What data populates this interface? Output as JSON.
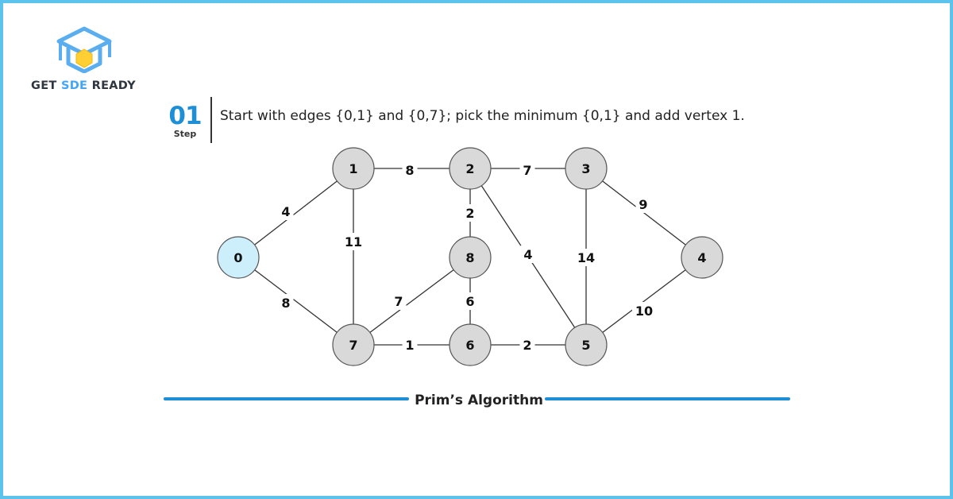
{
  "brand": {
    "logo_icon": "graduation-cap-hexagon-icon",
    "name_part1": "GET ",
    "name_accent": "SDE",
    "name_part2": " READY",
    "accent_color": "#42a5f5"
  },
  "step": {
    "number": "01",
    "word": "Step",
    "description": "Start with edges {0,1} and {0,7}; pick the minimum {0,1} and add vertex 1."
  },
  "graph": {
    "nodes": [
      {
        "id": "0",
        "label": "0",
        "highlighted": true
      },
      {
        "id": "1",
        "label": "1",
        "highlighted": false
      },
      {
        "id": "2",
        "label": "2",
        "highlighted": false
      },
      {
        "id": "3",
        "label": "3",
        "highlighted": false
      },
      {
        "id": "4",
        "label": "4",
        "highlighted": false
      },
      {
        "id": "5",
        "label": "5",
        "highlighted": false
      },
      {
        "id": "6",
        "label": "6",
        "highlighted": false
      },
      {
        "id": "7",
        "label": "7",
        "highlighted": false
      },
      {
        "id": "8",
        "label": "8",
        "highlighted": false
      }
    ],
    "edges": [
      {
        "from": "0",
        "to": "1",
        "weight": "4"
      },
      {
        "from": "0",
        "to": "7",
        "weight": "8"
      },
      {
        "from": "1",
        "to": "2",
        "weight": "8"
      },
      {
        "from": "1",
        "to": "7",
        "weight": "11"
      },
      {
        "from": "2",
        "to": "3",
        "weight": "7"
      },
      {
        "from": "2",
        "to": "8",
        "weight": "2"
      },
      {
        "from": "2",
        "to": "5",
        "weight": "4"
      },
      {
        "from": "3",
        "to": "4",
        "weight": "9"
      },
      {
        "from": "3",
        "to": "5",
        "weight": "14"
      },
      {
        "from": "4",
        "to": "5",
        "weight": "10"
      },
      {
        "from": "5",
        "to": "6",
        "weight": "2"
      },
      {
        "from": "6",
        "to": "7",
        "weight": "1"
      },
      {
        "from": "6",
        "to": "8",
        "weight": "6"
      },
      {
        "from": "7",
        "to": "8",
        "weight": "7"
      }
    ],
    "colors": {
      "node_fill": "#d9d9d9",
      "node_highlight_fill": "#cdeefb",
      "node_stroke": "#555555",
      "edge": "#333333"
    }
  },
  "footer": {
    "title": "Prim’s Algorithm",
    "line_color": "#1e8fd6"
  }
}
